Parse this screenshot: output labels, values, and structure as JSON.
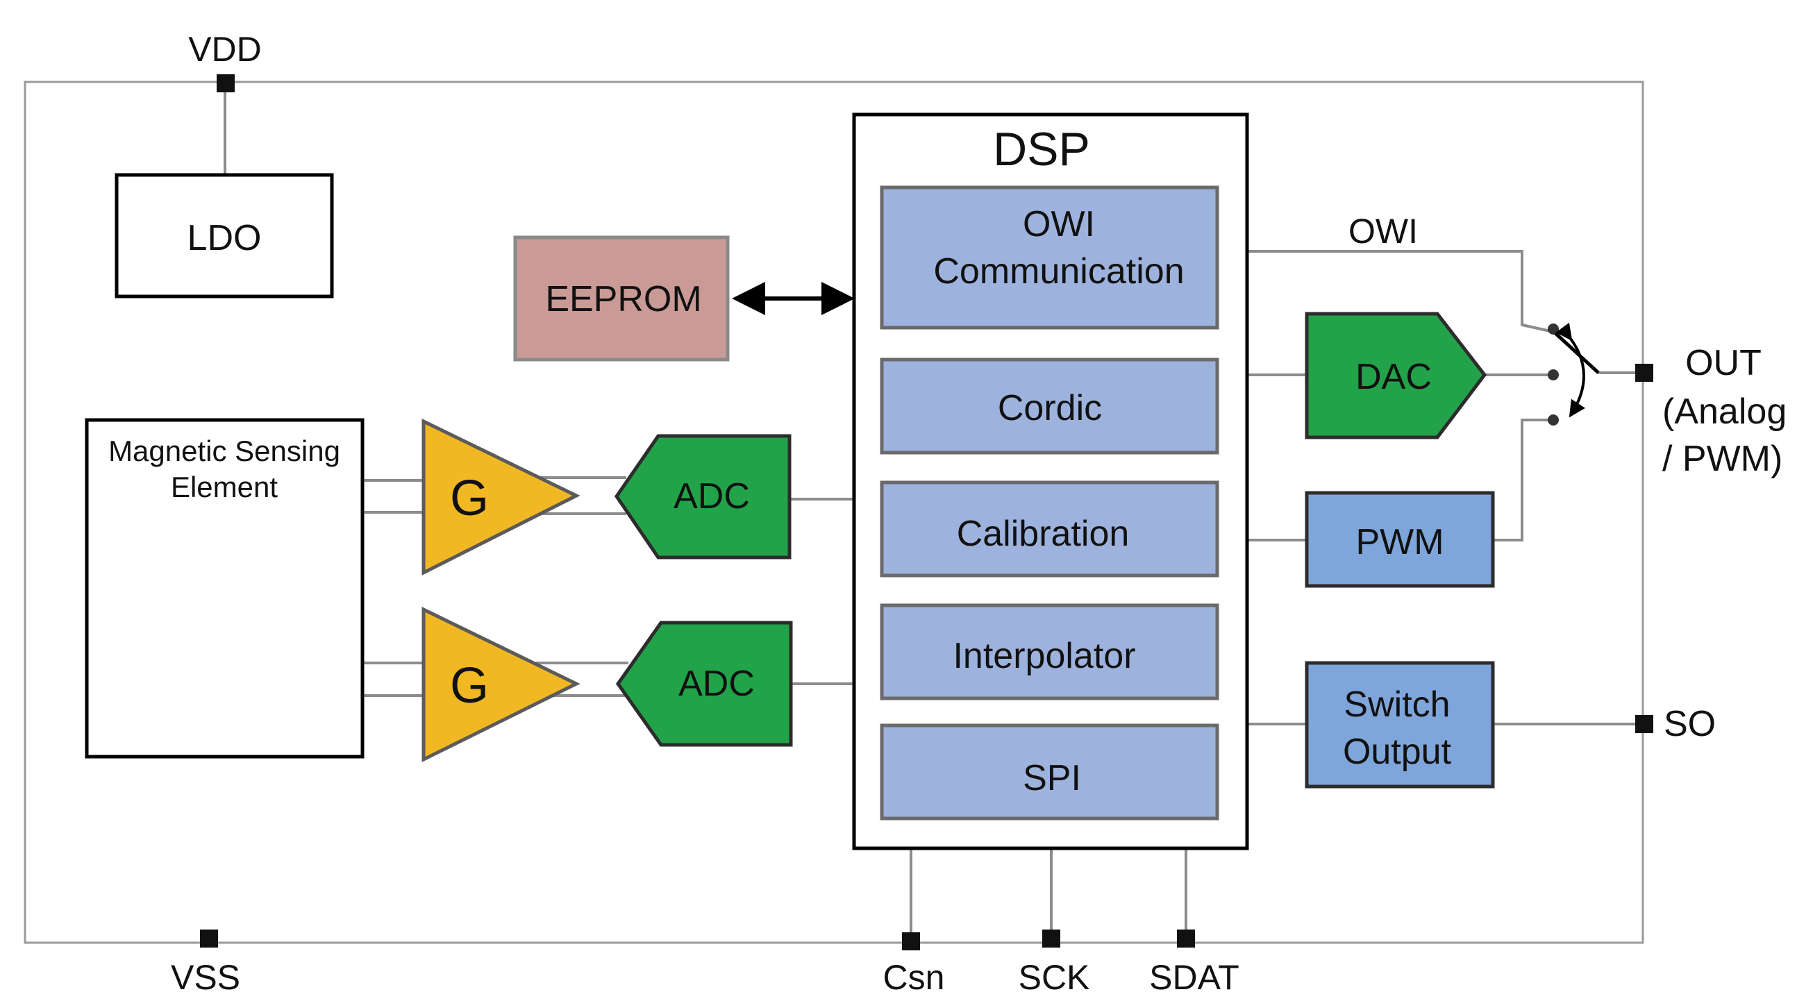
{
  "pins": {
    "vdd": "VDD",
    "vss": "VSS",
    "out_line1": "OUT",
    "out_line2": "(Analog",
    "out_line3": "/ PWM)",
    "so": "SO",
    "csn": "Csn",
    "sck": "SCK",
    "sdat": "SDAT"
  },
  "blocks": {
    "ldo": "LDO",
    "eeprom": "EEPROM",
    "sensor_line1": "Magnetic Sensing",
    "sensor_line2": "Element",
    "gain_1": "G",
    "gain_2": "G",
    "adc_1": "ADC",
    "adc_2": "ADC",
    "dac": "DAC",
    "pwm": "PWM",
    "switch_line1": "Switch",
    "switch_line2": "Output"
  },
  "dsp": {
    "title": "DSP",
    "owi_line1": "OWI",
    "owi_line2": "Communication",
    "cordic": "Cordic",
    "calibration": "Calibration",
    "interpolator": "Interpolator",
    "spi": "SPI"
  },
  "signals": {
    "owi": "OWI"
  },
  "colors": {
    "dsp_module_fill": "#9db3dd",
    "dac_adc_fill": "#22a34a",
    "gain_fill": "#f2b824",
    "eeprom_fill": "#c99a96",
    "pwm_switch_fill": "#7fa6da",
    "package_outline": "#9a9a9a"
  }
}
